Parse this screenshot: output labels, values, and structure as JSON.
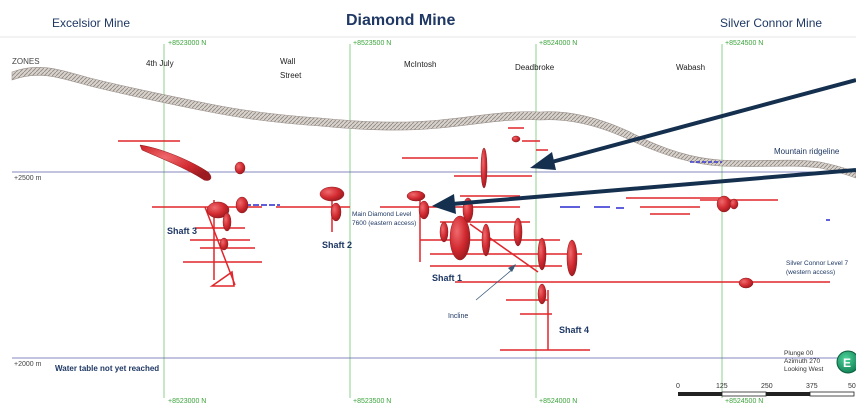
{
  "titles": {
    "left": "Excelsior Mine",
    "center": "Diamond Mine",
    "right": "Silver Connor Mine"
  },
  "zones_label": "ZONES",
  "zones": {
    "fourth_july": "4th July",
    "wall": "Wall",
    "street": "Street",
    "mcintosh": "McIntosh",
    "deadbroke": "Deadbroke",
    "wabash": "Wabash"
  },
  "northings": {
    "n8523000": "+8523000 N",
    "n8523500": "+8523500 N",
    "n8524000": "+8524000 N",
    "n8524500": "+8524500 N"
  },
  "elevations": {
    "e2500": "+2500 m",
    "e2000": "+2000 m"
  },
  "labels": {
    "ridgeline": "Mountain ridgeline",
    "main_level_1": "Main Diamond Level",
    "main_level_2": "7600 (eastern access)",
    "shaft1": "Shaft 1",
    "shaft2": "Shaft 2",
    "shaft3": "Shaft 3",
    "shaft4": "Shaft 4",
    "incline": "Incline",
    "silver_level_1": "Silver Connor Level 7",
    "silver_level_2": "(western access)",
    "water_table": "Water table not yet reached"
  },
  "orientation": {
    "plunge": "Plunge 00",
    "azimuth": "Azimuth 270",
    "looking": "Looking West",
    "compass": "E"
  },
  "scale_ticks": [
    "0",
    "125",
    "250",
    "375",
    "50"
  ],
  "colors": {
    "title": "#1f3864",
    "grid_green": "#8fd18f",
    "northing_text": "#3aa33a",
    "workings_red": "#e0262b",
    "ore_red": "#c8252b",
    "arrow": "#15304f",
    "terrain": "#b5ada8",
    "compass_green": "#18a36b"
  }
}
